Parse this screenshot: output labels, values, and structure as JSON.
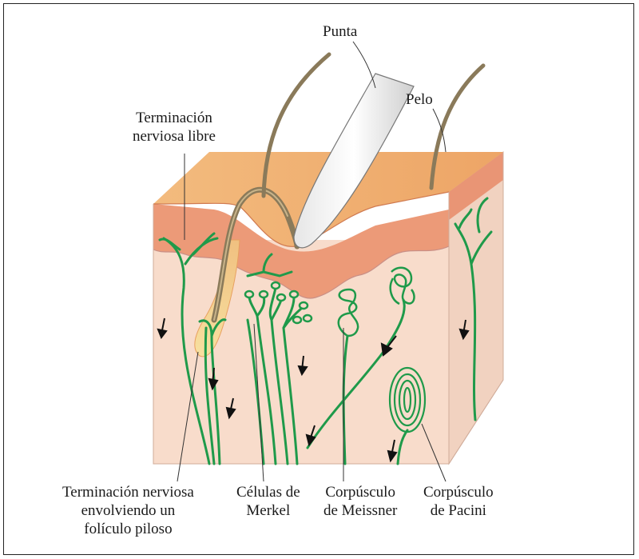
{
  "labels": {
    "tip": "Punta",
    "hair": "Pelo",
    "free_ending": [
      "Terminación",
      "nerviosa libre"
    ],
    "follicle_ending": [
      "Terminación nerviosa",
      "envolviendo un",
      "folículo piloso"
    ],
    "merkel": [
      "Células de",
      "Merkel"
    ],
    "meissner": [
      "Corpúsculo",
      "de Meissner"
    ],
    "pacini": [
      "Corpúsculo",
      "de Pacini"
    ]
  },
  "colors": {
    "skin_top": "#f0b070",
    "epidermis": "#ec9a78",
    "dermis": "#f8dccb",
    "side": "#f3d6c6",
    "nerve": "#1f9a4a",
    "hair": "#8a7a5a",
    "probe": "#ffffff"
  }
}
